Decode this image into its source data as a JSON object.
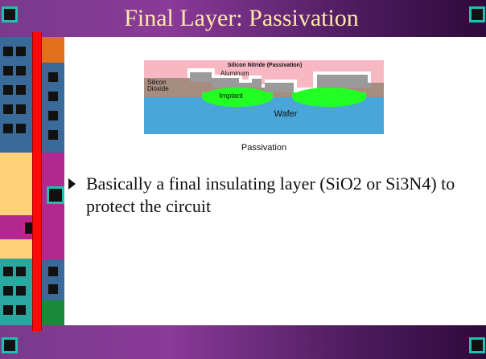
{
  "slide": {
    "title": "Final Layer: Passivation",
    "figure": {
      "labels": {
        "nitride": "Silicon Nitride (Passivation)",
        "aluminum": "Aluminum",
        "oxide_line1": "Silicon",
        "oxide_line2": "Dioxide",
        "implant": "Implant",
        "wafer": "Wafer"
      },
      "colors": {
        "nitride": "#f7b8c4",
        "aluminum": "#9a9a9a",
        "oxide": "#a78c80",
        "implant": "#22ff22",
        "wafer": "#4aa6d8"
      }
    },
    "caption": "Passivation",
    "bullet": {
      "icon": "triangle-bullet-icon",
      "text": "Basically a final insulating layer (SiO2 or Si3N4) to protect the circuit"
    }
  },
  "theme": {
    "title_bar": "#7a3a8c",
    "title_text": "#ffe9a8",
    "accent_red": "#ff0a0a",
    "accent_teal": "#20c0b0"
  }
}
